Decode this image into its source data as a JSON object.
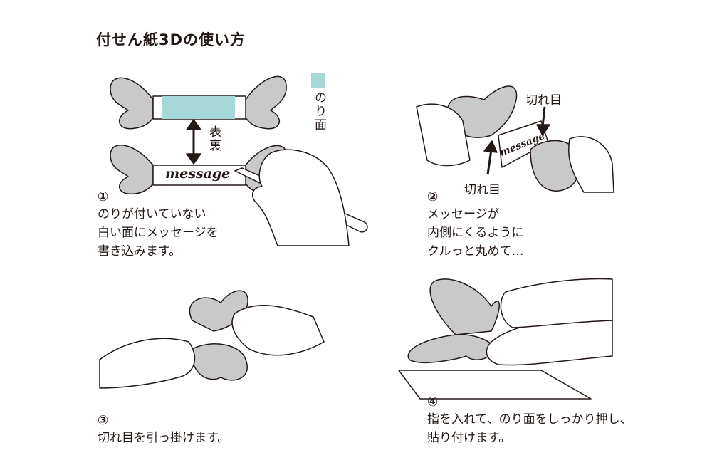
{
  "title": "付せん紙3Dの使い方",
  "legend": {
    "label": "のり面",
    "color": "#a6d8d8"
  },
  "front_back": "表裏",
  "message_text": "message",
  "steps": [
    {
      "num": "①",
      "lines": [
        "のりが付いていない",
        "白い面にメッセージを",
        "書き込みます。"
      ]
    },
    {
      "num": "②",
      "lines": [
        "メッセージが",
        "内側にくるように",
        "クルっと丸めて…"
      ]
    },
    {
      "num": "③",
      "lines": [
        "切れ目を引っ掛けます。"
      ]
    },
    {
      "num": "④",
      "lines": [
        "指を入れて、のり面をしっかり押し、",
        "貼り付けます。"
      ]
    }
  ],
  "cut_label": "切れ目",
  "colors": {
    "butterfly": "#c9c9c9",
    "stroke": "#231815"
  }
}
